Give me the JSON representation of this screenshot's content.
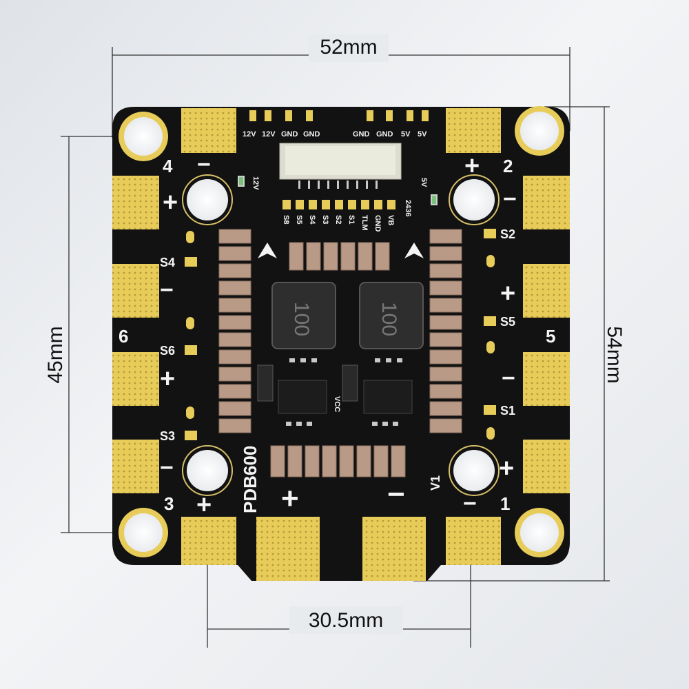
{
  "dimensions": {
    "width_top": "52mm",
    "height_right": "54mm",
    "height_left": "45mm",
    "mount_spacing": "30.5mm"
  },
  "board": {
    "name": "PDB600",
    "date_code": "2436",
    "version": "V1",
    "top_pins_left": [
      "12V",
      "12V",
      "GND",
      "GND"
    ],
    "top_pins_right": [
      "GND",
      "GND",
      "5V",
      "5V"
    ],
    "signal_pins": [
      "S8",
      "S5",
      "S4",
      "S3",
      "S2",
      "S1",
      "TLM",
      "GND",
      "VB"
    ],
    "led_label_left": "12V",
    "led_label_right": "5V",
    "inductor_label": "100",
    "vcc_label": "VCC",
    "motors": {
      "m1": "1",
      "m2": "2",
      "m3": "3",
      "m4": "4",
      "m5": "5",
      "m6": "6"
    },
    "signal_labels": {
      "s1": "S1",
      "s2": "S2",
      "s3": "S3",
      "s4": "S4",
      "s5": "S5",
      "s6": "S6"
    },
    "polarity": {
      "plus": "+",
      "minus": "−"
    },
    "colors": {
      "pcb": "#121212",
      "pad": "#e8cc5a",
      "silk": "#f4f4f4",
      "capacitor": "#b89a86"
    }
  }
}
